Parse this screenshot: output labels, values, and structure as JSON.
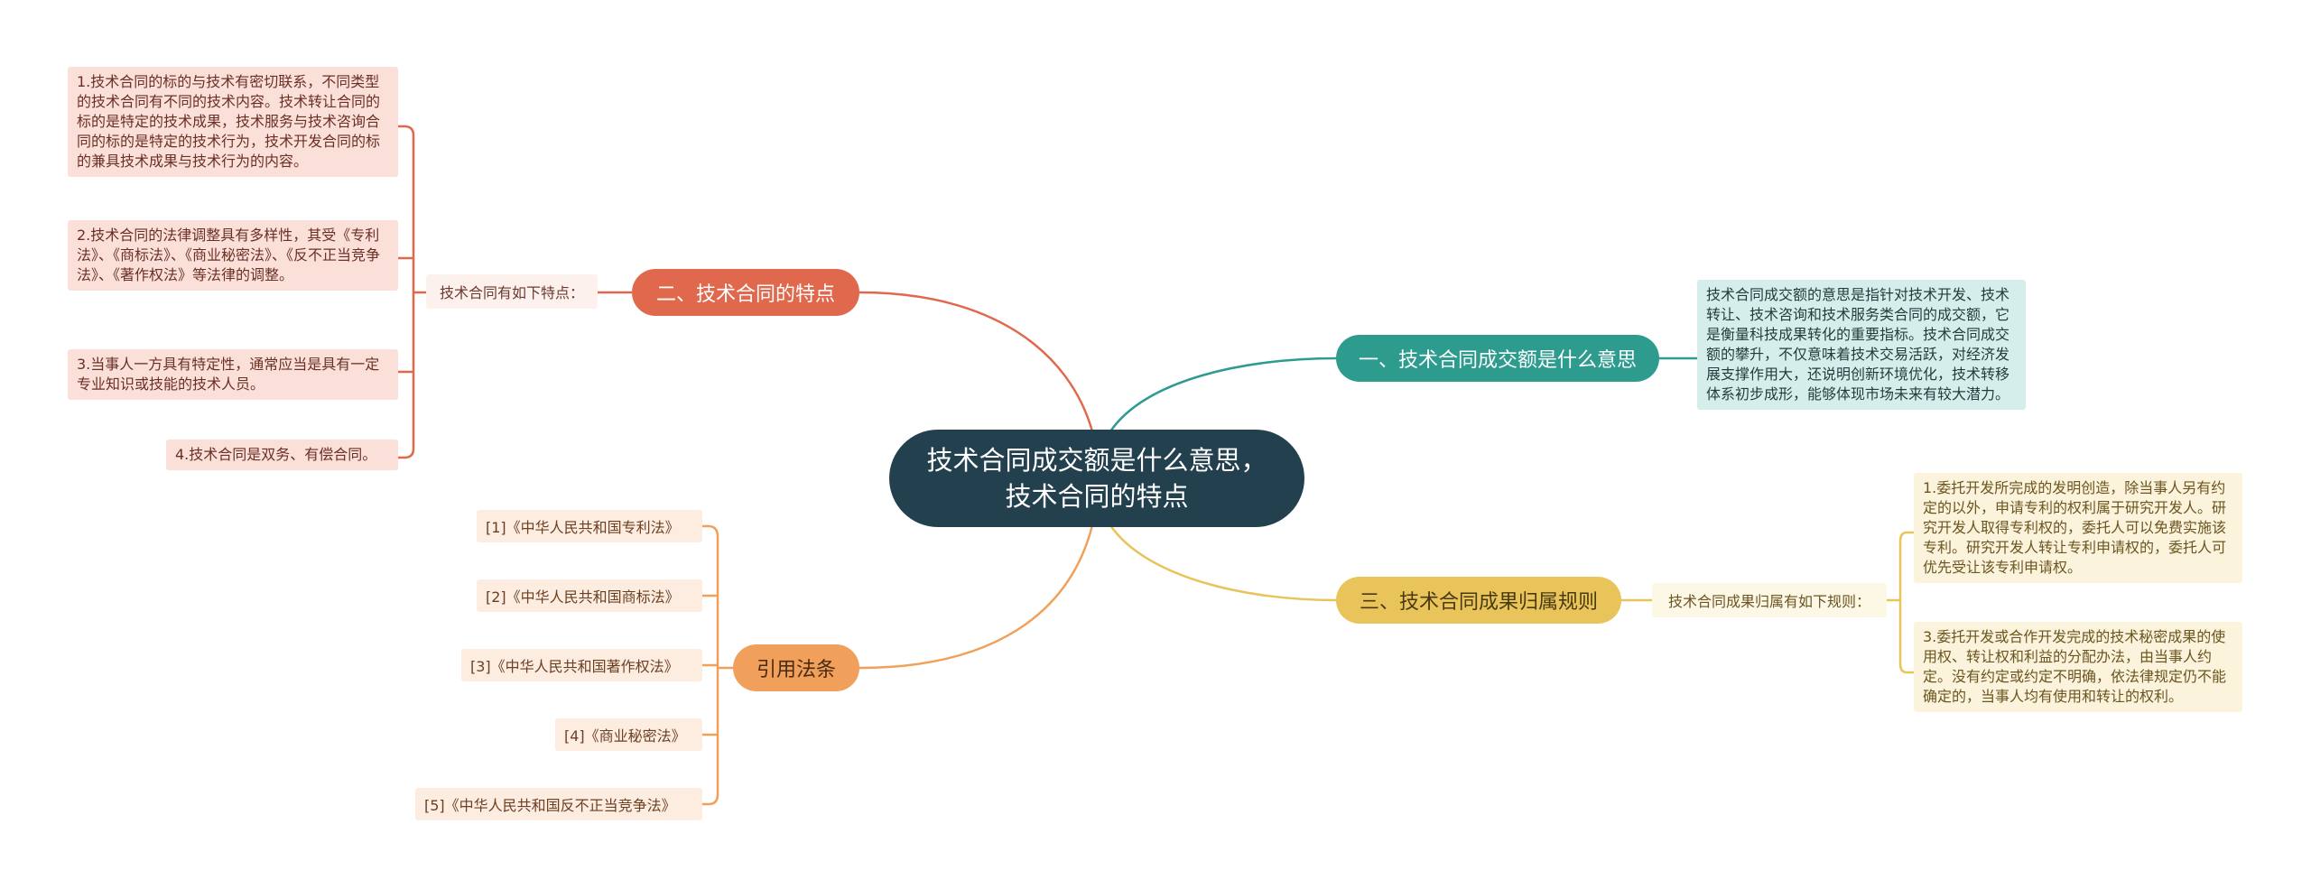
{
  "root": {
    "title": "技术合同成交额是什么意思，技术合同的特点"
  },
  "branches": {
    "meaning": {
      "label": "一、技术合同成交额是什么意思",
      "color": "#2e9b8f",
      "detail": "技术合同成交额的意思是指针对技术开发、技术转让、技术咨询和技术服务类合同的成交额，它是衡量科技成果转化的重要指标。技术合同成交额的攀升，不仅意味着技术交易活跃，对经济发展支撑作用大，还说明创新环境优化，技术转移体系初步成形，能够体现市场未来有较大潜力。"
    },
    "features": {
      "label": "二、技术合同的特点",
      "color": "#e0694d",
      "intro": "技术合同有如下特点：",
      "items": [
        "1.技术合同的标的与技术有密切联系，不同类型的技术合同有不同的技术内容。技术转让合同的标的是特定的技术成果，技术服务与技术咨询合同的标的是特定的技术行为，技术开发合同的标的兼具技术成果与技术行为的内容。",
        "2.技术合同的法律调整具有多样性，其受《专利法》、《商标法》、《商业秘密法》、《反不正当竞争法》、《著作权法》等法律的调整。",
        "3.当事人一方具有特定性，通常应当是具有一定专业知识或技能的技术人员。",
        "4.技术合同是双务、有偿合同。"
      ]
    },
    "ownership": {
      "label": "三、技术合同成果归属规则",
      "color": "#e8c45a",
      "intro": "技术合同成果归属有如下规则：",
      "items": [
        "1.委托开发所完成的发明创造，除当事人另有约定的以外，申请专利的权利属于研究开发人。研究开发人取得专利权的，委托人可以免费实施该专利。研究开发人转让专利申请权的，委托人可优先受让该专利申请权。",
        "3.委托开发或合作开发完成的技术秘密成果的使用权、转让权和利益的分配办法，由当事人约定。没有约定或约定不明确，依法律规定仍不能确定的，当事人均有使用和转让的权利。"
      ]
    },
    "refs": {
      "label": "引用法条",
      "color": "#f0a05a",
      "items": [
        "[1]《中华人民共和国专利法》",
        "[2]《中华人民共和国商标法》",
        "[3]《中华人民共和国著作权法》",
        "[4]《商业秘密法》",
        "[5]《中华人民共和国反不正当竞争法》"
      ]
    }
  }
}
